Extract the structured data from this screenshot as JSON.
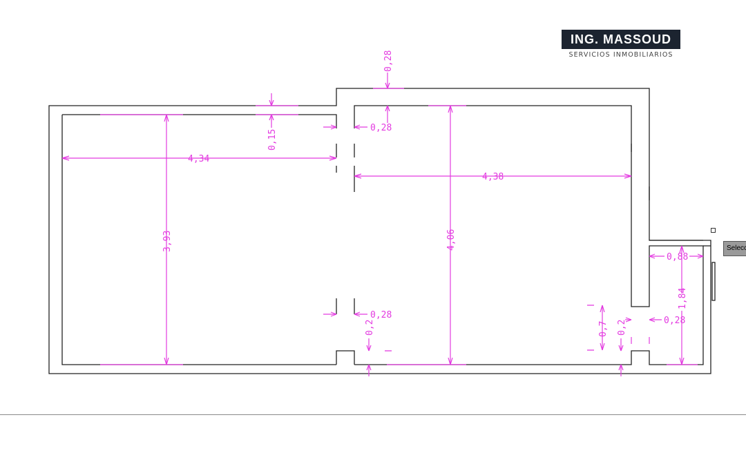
{
  "logo": {
    "name": "ING. MASSOUD",
    "tagline": "SERVICIOS INMOBILIARIOS"
  },
  "dimensions": {
    "left_width": "4,34",
    "left_height": "3,93",
    "right_width": "4,38",
    "right_height": "4,06",
    "top_offset": "0,28",
    "wall_thickness_top": "0,15",
    "partition_top": "0,28",
    "partition_bottom": "0,28",
    "bottom_notch_left": "0,2",
    "bottom_notch_right": "0,2",
    "door_width": "0,7",
    "annex_width": "0,88",
    "annex_height": "1,84",
    "annex_wall": "0,28"
  },
  "tooltip": {
    "label": "Selecc"
  },
  "colors": {
    "dimension": "#e33be0",
    "wall": "#222222",
    "logo_bg": "#1c2430"
  }
}
